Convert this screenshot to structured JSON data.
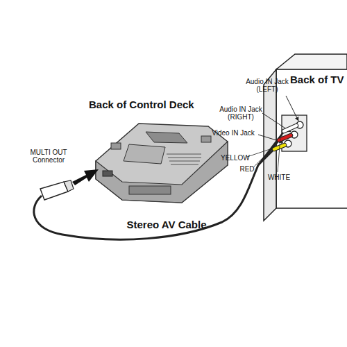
{
  "diagram": {
    "nodes": [
      {
        "text": [
          "Back of Control Deck"
        ]
      },
      {
        "text": [
          "Back of TV"
        ]
      }
    ],
    "labels": [
      "MULTI OUT Connector",
      "Stereo AV Cable",
      "Audio IN Jack (LEFT)",
      "Audio IN Jack (RIGHT)",
      "Video IN Jack",
      "YELLOW",
      "RED",
      "WHITE"
    ]
  }
}
